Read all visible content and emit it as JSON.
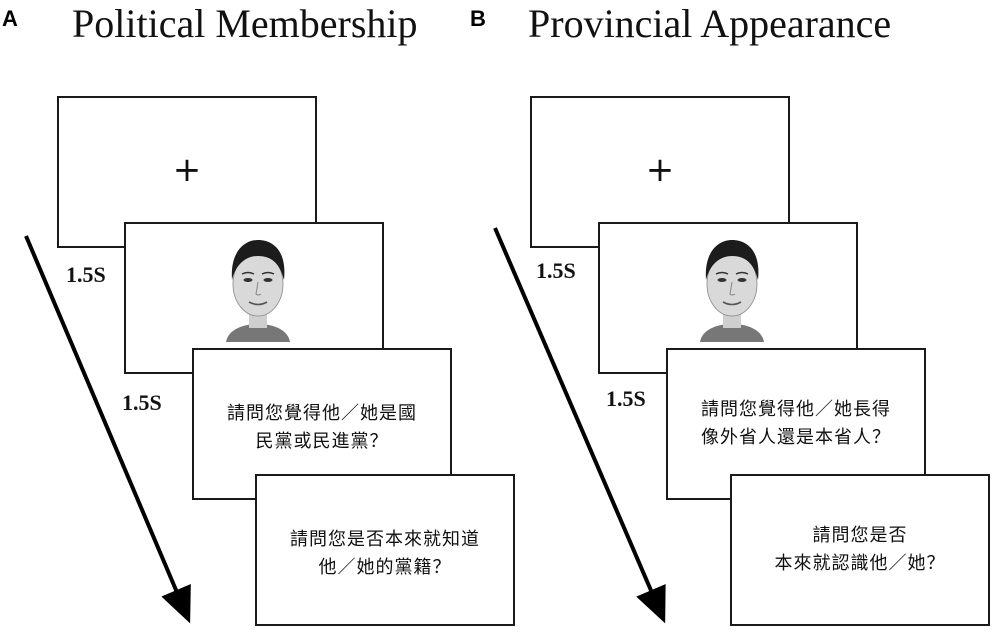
{
  "panel_a": {
    "letter": "A",
    "title": "Political Membership",
    "fixation": "+",
    "duration_1": "1.5S",
    "duration_2": "1.5S",
    "question_1": "請問您覺得他／她是國\n民黨或民進黨？",
    "question_2": "請問您是否本來就知道\n他／她的黨籍？"
  },
  "panel_b": {
    "letter": "B",
    "title": "Provincial Appearance",
    "fixation": "+",
    "duration_1": "1.5S",
    "duration_2": "1.5S",
    "question_1": "請問您覺得他／她長得\n像外省人還是本省人？",
    "question_2": "請問您是否\n本來就認識他／她？"
  }
}
